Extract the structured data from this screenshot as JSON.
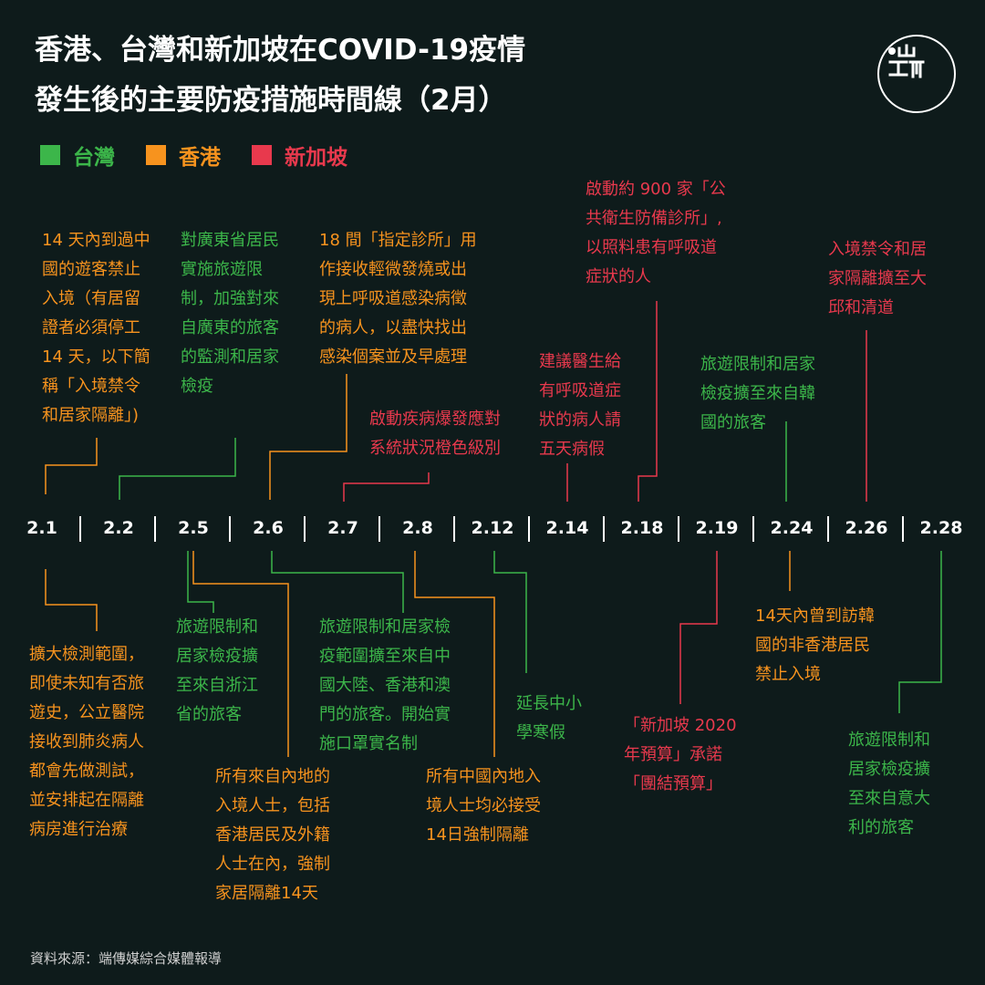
{
  "title": {
    "line1": "香港、台灣和新加坡在COVID-19疫情",
    "line2": "發生後的主要防疫措施時間線（2月）"
  },
  "logo": {
    "icon": "initium-media-logo-icon",
    "color": "#ffffff"
  },
  "legend": [
    {
      "label": "台灣",
      "color": "#3cb64a"
    },
    {
      "label": "香港",
      "color": "#f7931e"
    },
    {
      "label": "新加坡",
      "color": "#e8394d"
    }
  ],
  "colors": {
    "background": "#0e1b1b",
    "taiwan": "#3cb64a",
    "hongkong": "#f7931e",
    "singapore": "#e8394d"
  },
  "timeline": {
    "dates": [
      "2.1",
      "2.2",
      "2.5",
      "2.6",
      "2.7",
      "2.8",
      "2.12",
      "2.14",
      "2.18",
      "2.19",
      "2.24",
      "2.26",
      "2.28"
    ]
  },
  "events_above": [
    {
      "date": "2.1",
      "region": "香港",
      "lines": [
        "14 天內到過中",
        "國的遊客禁止",
        "入境（有居留",
        "證者必須停工",
        "14 天，以下簡",
        "稱「入境禁令",
        "和居家隔離」)"
      ]
    },
    {
      "date": "2.2",
      "region": "台灣",
      "lines": [
        "對廣東省居民",
        "實施旅遊限",
        "制，加強對來",
        "自廣東的旅客",
        "的監測和居家",
        "檢疫"
      ]
    },
    {
      "date": "2.6",
      "region": "香港",
      "lines": [
        "18 間「指定診所」用",
        "作接收輕微發燒或出",
        "現上呼吸道感染病徵",
        "的病人，以盡快找出",
        "感染個案並及早處理"
      ]
    },
    {
      "date": "2.7",
      "region": "新加坡",
      "lines": [
        "啟動疾病爆發應對",
        "系統狀況橙色級別"
      ]
    },
    {
      "date": "2.14",
      "region": "新加坡",
      "lines": [
        "建議醫生給",
        "有呼吸道症",
        "狀的病人請",
        "五天病假"
      ]
    },
    {
      "date": "2.18",
      "region": "新加坡",
      "lines": [
        "啟動約 900 家「公",
        "共衛生防備診所」,",
        "以照料患有呼吸道",
        "症狀的人"
      ]
    },
    {
      "date": "2.24",
      "region": "台灣",
      "lines": [
        "旅遊限制和居家",
        "檢疫擴至來自韓",
        "國的旅客"
      ]
    },
    {
      "date": "2.26",
      "region": "新加坡",
      "lines": [
        "入境禁令和居",
        "家隔離擴至大",
        "邱和清道"
      ]
    }
  ],
  "events_below": [
    {
      "date": "2.1",
      "region": "香港",
      "lines": [
        "擴大檢測範圍，",
        "即使未知有否旅",
        "遊史，公立醫院",
        "接收到肺炎病人",
        "都會先做測試，",
        "並安排起在隔離",
        "病房進行治療"
      ]
    },
    {
      "date": "2.5",
      "region": "台灣",
      "lines": [
        "旅遊限制和",
        "居家檢疫擴",
        "至來自浙江",
        "省的旅客"
      ]
    },
    {
      "date": "2.5",
      "region": "香港",
      "lines": [
        "所有來自內地的",
        "入境人士，包括",
        "香港居民及外籍",
        "人士在內，強制",
        "家居隔離14天"
      ]
    },
    {
      "date": "2.6",
      "region": "台灣",
      "lines": [
        "旅遊限制和居家檢",
        "疫範圍擴至來自中",
        "國大陸、香港和澳",
        "門的旅客。開始實",
        "施口罩實名制"
      ]
    },
    {
      "date": "2.8",
      "region": "香港",
      "lines": [
        "所有中國內地入",
        "境人士均必接受",
        "14日強制隔離"
      ]
    },
    {
      "date": "2.12",
      "region": "台灣",
      "lines": [
        "延長中小",
        "學寒假"
      ]
    },
    {
      "date": "2.19",
      "region": "新加坡",
      "lines": [
        "「新加坡 2020",
        "年預算」承諾",
        "「團結預算」"
      ]
    },
    {
      "date": "2.24",
      "region": "香港",
      "lines": [
        "14天內曾到訪韓",
        "國的非香港居民",
        "禁止入境"
      ]
    },
    {
      "date": "2.28",
      "region": "台灣",
      "lines": [
        "旅遊限制和",
        "居家檢疫擴",
        "至來自意大",
        "利的旅客"
      ]
    }
  ],
  "source": "資料來源：端傳媒綜合媒體報導"
}
